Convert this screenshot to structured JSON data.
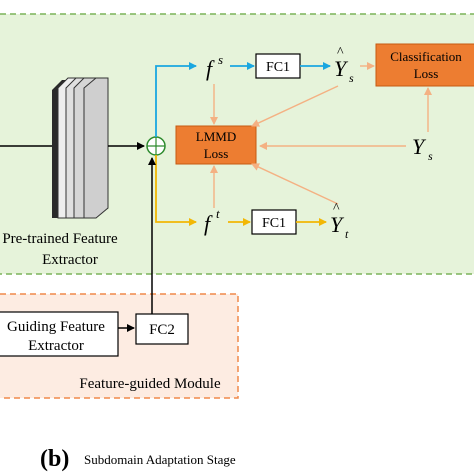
{
  "diagram": {
    "extractor_label_line1": "Pre-trained Feature",
    "extractor_label_line2": "Extractor",
    "fs_label": "f",
    "fs_sup": "s",
    "ft_label": "f",
    "ft_sup": "t",
    "fc1_top_label": "FC1",
    "fc1_bottom_label": "FC1",
    "yhat_s_label": "Y",
    "yhat_s_sub": "s",
    "yhat_t_label": "Y",
    "yhat_t_sub": "t",
    "ys_label": "Y",
    "ys_sub": "s",
    "classification_loss_line1": "Classification",
    "classification_loss_line2": "Loss",
    "lmmd_loss_line1": "LMMD",
    "lmmd_loss_line2": "Loss",
    "guiding_extractor_line1": "Guiding Feature",
    "guiding_extractor_line2": "Extractor",
    "fc2_label": "FC2",
    "feature_guided_module_label": "Feature-guided Module",
    "panel_letter": "(b)",
    "stage_caption": "Subdomain Adaptation Stage"
  },
  "colors": {
    "green_panel_fill": "#e6f3da",
    "green_panel_border": "#7cb35a",
    "orange_panel_fill": "#fdece2",
    "orange_panel_border": "#f08a4b",
    "loss_box_fill": "#ed7d31",
    "source_arrow": "#1aa7e0",
    "target_arrow": "#f2b705",
    "loss_arrow": "#f4b183"
  }
}
